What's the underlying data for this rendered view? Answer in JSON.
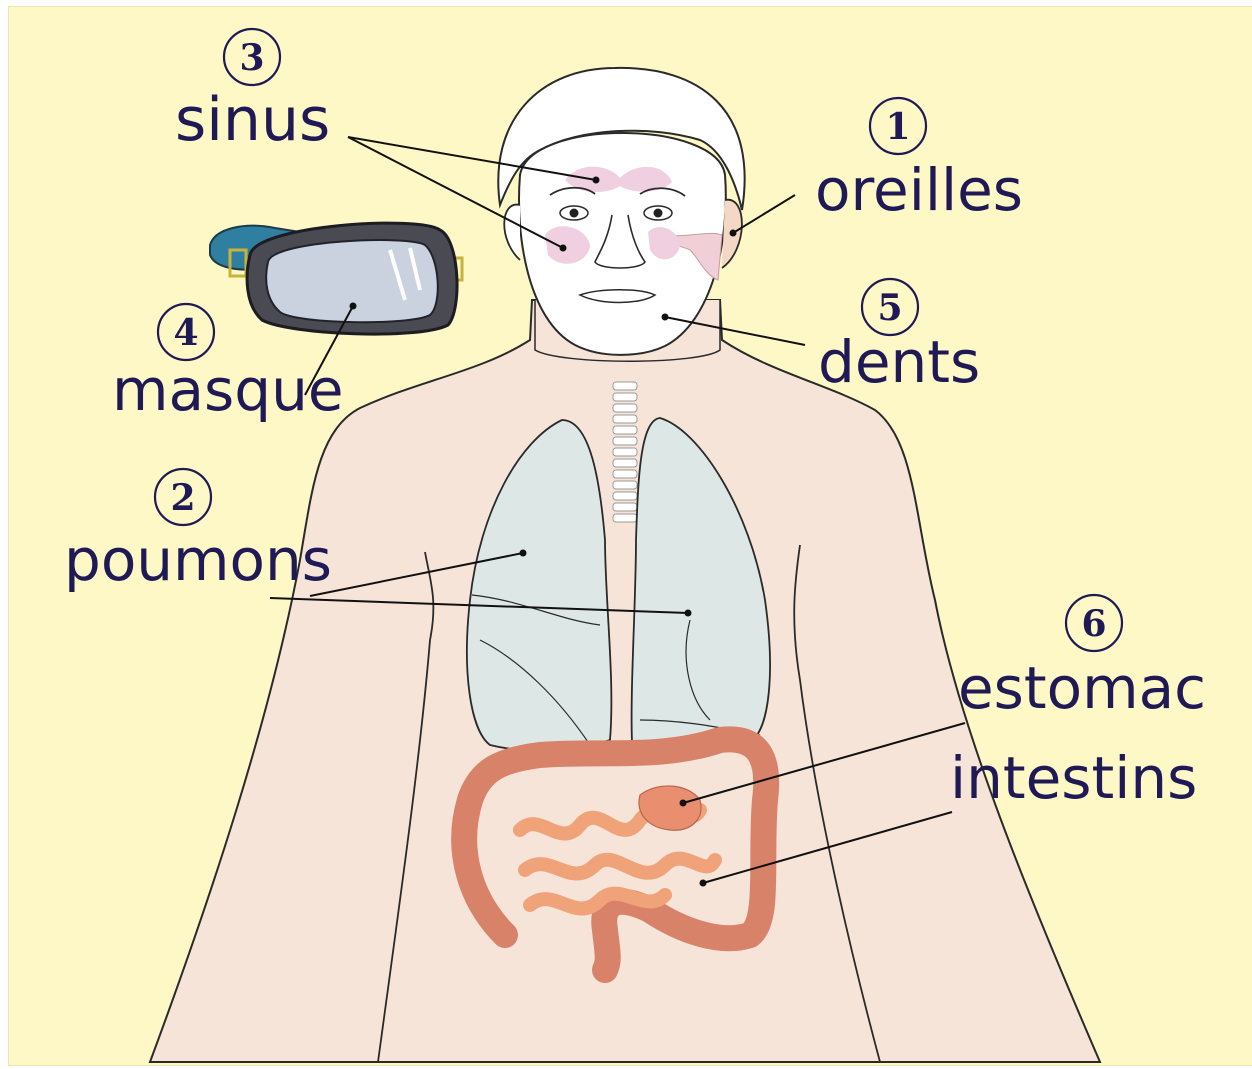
{
  "labels": [
    {
      "id": "ears",
      "number": "1",
      "text": "oreilles"
    },
    {
      "id": "lungs",
      "number": "2",
      "text": "poumons"
    },
    {
      "id": "sinuses",
      "number": "3",
      "text": "sinus"
    },
    {
      "id": "mask",
      "number": "4",
      "text": "masque"
    },
    {
      "id": "teeth",
      "number": "5",
      "text": "dents"
    },
    {
      "id": "stomach",
      "number": "6",
      "text": "estomac"
    },
    {
      "id": "intestines",
      "number": "",
      "text": "intestins"
    }
  ],
  "colors": {
    "background": "#fdf8c6",
    "skin": "#f7e4d8",
    "face": "#ffffff",
    "lungs": "#dde8e6",
    "intestine": "#d9826a",
    "small_intestine": "#f0a279",
    "sinus": "#f0cfe0",
    "mask_strap": "#2e7fa0",
    "text": "#1f1a55"
  }
}
